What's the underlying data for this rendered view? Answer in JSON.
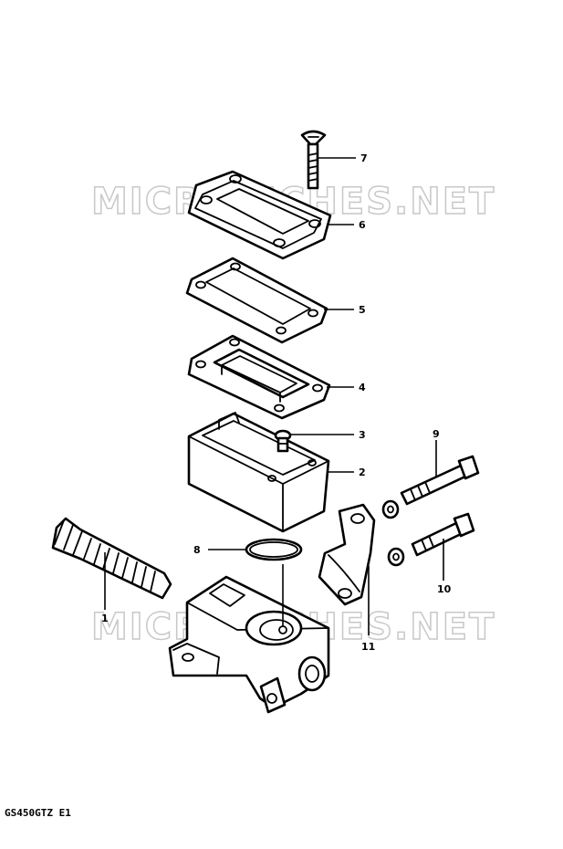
{
  "watermark": {
    "top": "MICROFICHES.NET",
    "bottom": "MICROFICHES.NET"
  },
  "callouts": [
    {
      "id": "1",
      "text": "1"
    },
    {
      "id": "2",
      "text": "2"
    },
    {
      "id": "3",
      "text": "3"
    },
    {
      "id": "4",
      "text": "4"
    },
    {
      "id": "5",
      "text": "5"
    },
    {
      "id": "6",
      "text": "6"
    },
    {
      "id": "7",
      "text": "7"
    },
    {
      "id": "8",
      "text": "8"
    },
    {
      "id": "9",
      "text": "9"
    },
    {
      "id": "10",
      "text": "10"
    },
    {
      "id": "11",
      "text": "11"
    }
  ],
  "footer": {
    "code": "GS450GTZ E1"
  }
}
